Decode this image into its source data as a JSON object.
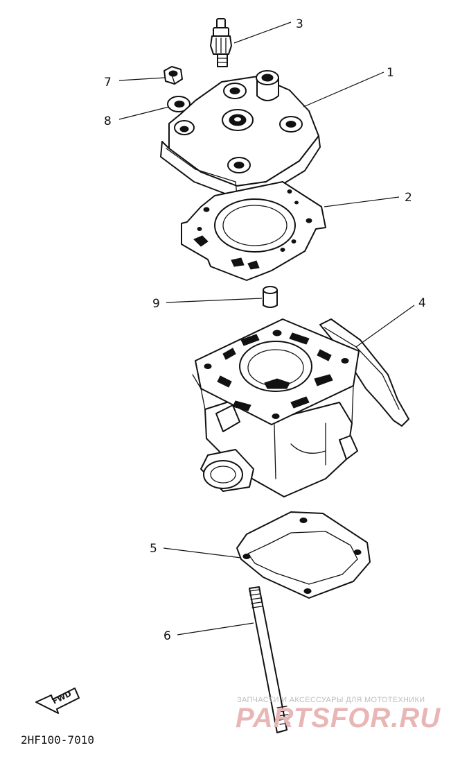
{
  "callouts": {
    "c1": "1",
    "c2": "2",
    "c3": "3",
    "c4": "4",
    "c5": "5",
    "c6": "6",
    "c7": "7",
    "c8": "8",
    "c9": "9"
  },
  "direction_label": "FWD",
  "part_code": "2HF100-7010",
  "watermark": {
    "tagline": "ЗАПЧАСТИ И АКСЕССУАРЫ ДЛЯ МОТОТЕХНИКИ",
    "site": "PARTSFOR.RU"
  }
}
